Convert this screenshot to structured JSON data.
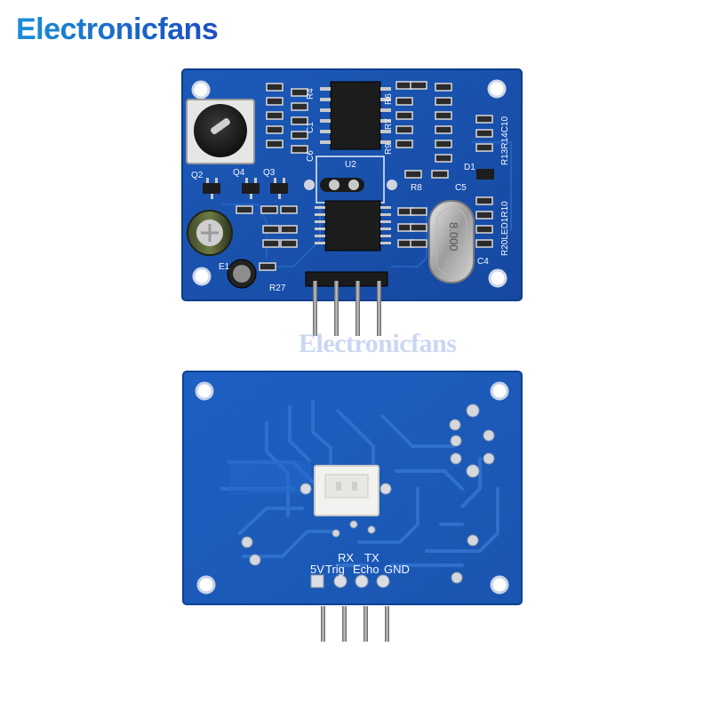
{
  "brand": {
    "name": "Electronicfans"
  },
  "watermark": {
    "text": "Electronicfans"
  },
  "top_board": {
    "labels": {
      "q2": "Q2",
      "q4": "Q4",
      "q3": "Q3",
      "u2": "U2",
      "r8": "R8",
      "c5": "C5",
      "c4": "C4",
      "r27": "R27",
      "e1": "E1",
      "c1": "C1",
      "c6": "C6",
      "r4": "R4",
      "r6": "R6",
      "r7": "R7",
      "r9": "R9",
      "d1": "D1",
      "r13r14c10": "R13R14C10",
      "r20led1": "R20LED1R10",
      "crystal": "8.000"
    }
  },
  "bottom_board": {
    "labels": {
      "rx": "RX",
      "tx": "TX",
      "pin_5v": "5V",
      "pin_trig": "Trig",
      "pin_echo": "Echo",
      "pin_gnd": "GND"
    }
  },
  "colors": {
    "pcb": "#1b55b3",
    "pcb_dark": "#154699",
    "silk": "#f4f7ff",
    "pin": "#7d7d7d"
  }
}
